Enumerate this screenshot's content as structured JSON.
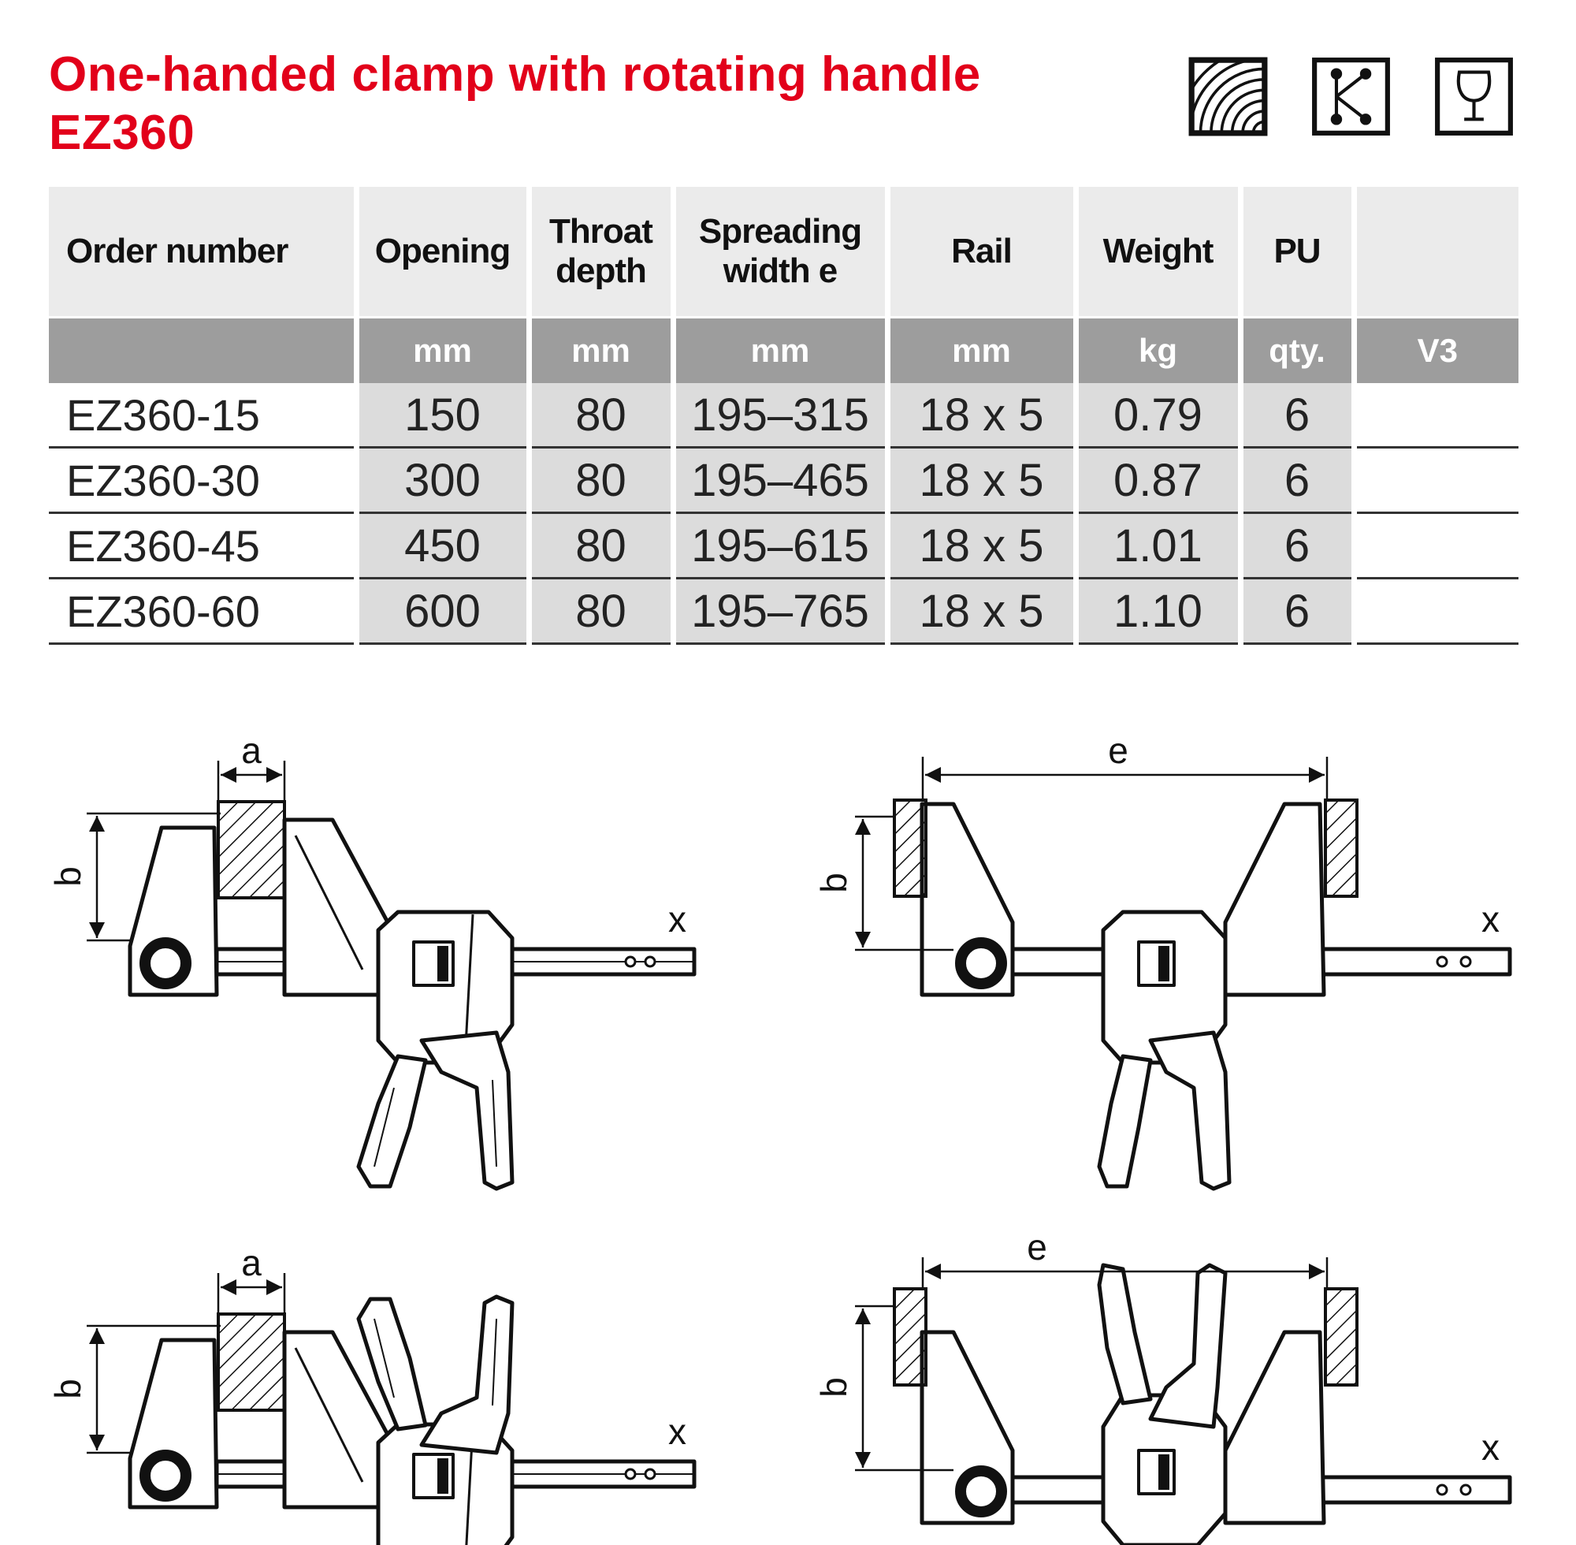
{
  "title": {
    "line1": "One-handed clamp with rotating handle",
    "line2": "EZ360"
  },
  "icons": [
    "wood-material-icon",
    "plastic-material-icon",
    "fragile-glass-icon"
  ],
  "colors": {
    "title": "#e2001a",
    "header_bg": "#ebebeb",
    "units_bg": "#9d9d9d",
    "cell_bg": "#dcdcdc"
  },
  "table": {
    "headers": [
      "Order number",
      "Opening",
      "Throat depth",
      "Spreading width e",
      "Rail",
      "Weight",
      "PU",
      ""
    ],
    "units": [
      "",
      "mm",
      "mm",
      "mm",
      "mm",
      "kg",
      "qty.",
      "V3"
    ],
    "rows": [
      [
        "EZ360-15",
        "150",
        "80",
        "195–315",
        "18 x 5",
        "0.79",
        "6",
        ""
      ],
      [
        "EZ360-30",
        "300",
        "80",
        "195–465",
        "18 x 5",
        "0.87",
        "6",
        ""
      ],
      [
        "EZ360-45",
        "450",
        "80",
        "195–615",
        "18 x 5",
        "1.01",
        "6",
        ""
      ],
      [
        "EZ360-60",
        "600",
        "80",
        "195–765",
        "18 x 5",
        "1.10",
        "6",
        ""
      ]
    ]
  },
  "diagrams": {
    "labels": {
      "a": "a",
      "b": "b",
      "e": "e",
      "x": "x"
    }
  }
}
